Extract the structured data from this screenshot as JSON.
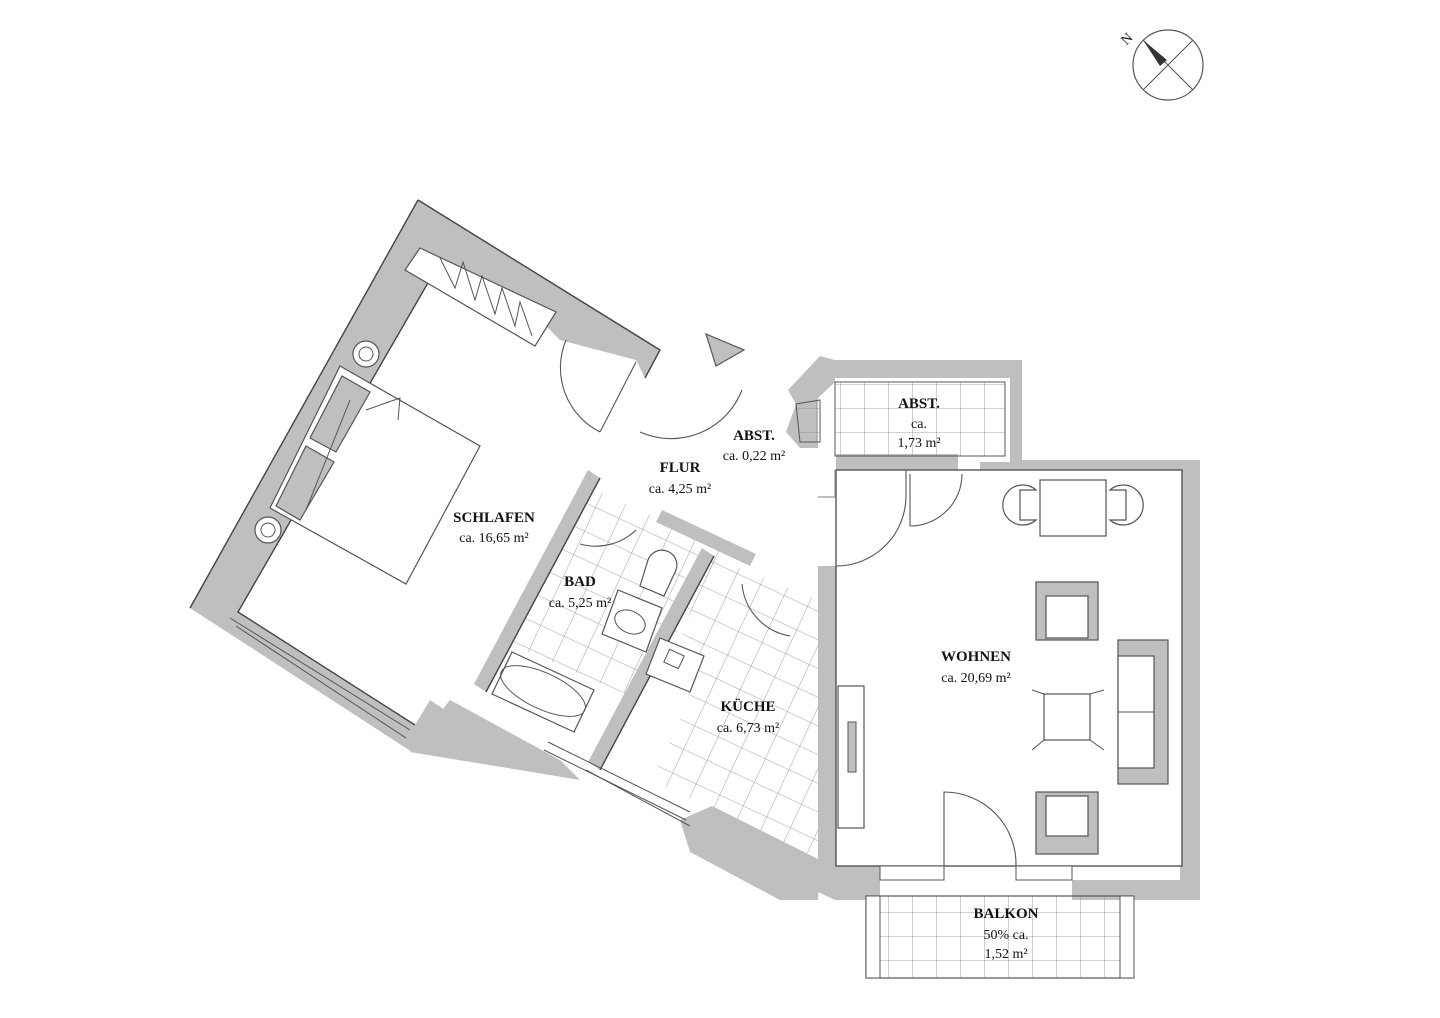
{
  "compass": {
    "north_label": "N"
  },
  "rooms": [
    {
      "id": "schlafen",
      "name": "SCHLAFEN",
      "area": "ca. 16,65 m²"
    },
    {
      "id": "flur",
      "name": "FLUR",
      "area": "ca. 4,25 m²"
    },
    {
      "id": "abst-small",
      "name": "ABST.",
      "area": "ca. 0,22 m²"
    },
    {
      "id": "abst",
      "name": "ABST.",
      "area_line1": "ca.",
      "area_line2": "1,73 m²"
    },
    {
      "id": "bad",
      "name": "BAD",
      "area": "ca. 5,25 m²"
    },
    {
      "id": "kueche",
      "name": "KÜCHE",
      "area": "ca. 6,73 m²"
    },
    {
      "id": "wohnen",
      "name": "WOHNEN",
      "area": "ca. 20,69 m²"
    },
    {
      "id": "balkon",
      "name": "BALKON",
      "area_line1": "50% ca.",
      "area_line2": "1,52 m²"
    }
  ],
  "colors": {
    "wall": "#bfbfbf",
    "line": "#444444",
    "background": "#ffffff"
  }
}
